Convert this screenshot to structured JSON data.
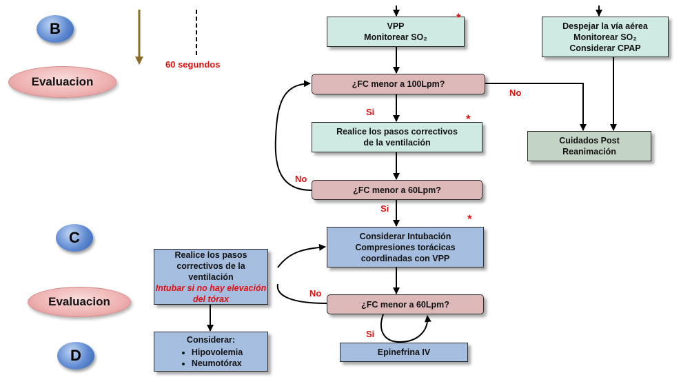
{
  "steps": {
    "b_label": "B",
    "c_label": "C",
    "d_label": "D",
    "evaluacion_1": "Evaluacion",
    "evaluacion_2": "Evaluacion",
    "timer": "60 segundos"
  },
  "boxes": {
    "vpp": {
      "line1": "VPP",
      "line2": "Monitorear SO₂"
    },
    "airway": {
      "line1": "Despejar la vía aérea",
      "line2": "Monitorear SO₂",
      "line3": "Considerar CPAP"
    },
    "fc100": "¿FC menor a 100Lpm?",
    "corrective1": {
      "line1": "Realice los pasos correctivos",
      "line2": "de la ventilación"
    },
    "post_care": {
      "line1": "Cuidados Post",
      "line2": "Reanimación"
    },
    "fc60_1": "¿FC menor a 60Lpm?",
    "intubation": {
      "line1": "Considerar Intubación",
      "line2": "Compresiones torácicas",
      "line3": "coordinadas con VPP"
    },
    "corrective2": {
      "line1": "Realice los pasos",
      "line2": "correctivos de la",
      "line3": "ventilación",
      "note": "Intubar si no hay elevación del tórax"
    },
    "fc60_2": "¿FC menor a 60Lpm?",
    "consider": {
      "title": "Considerar:",
      "items": [
        "Hipovolemia",
        "Neumotórax"
      ]
    },
    "epinefrina": "Epinefrina IV"
  },
  "edge_labels": {
    "no_1": "No",
    "si_1": "Si",
    "no_2": "No",
    "si_2": "Si",
    "no_3": "No",
    "si_3": "Si"
  },
  "markers": {
    "asterisk": "*"
  },
  "colors": {
    "teal_box": "#cfeae2",
    "pink_box": "#dcb8b9",
    "blue_box": "#a5bee0",
    "gray_box": "#c4d4c4",
    "label_red": "#e01010",
    "timeline_arrow": "#8b6d2a"
  }
}
